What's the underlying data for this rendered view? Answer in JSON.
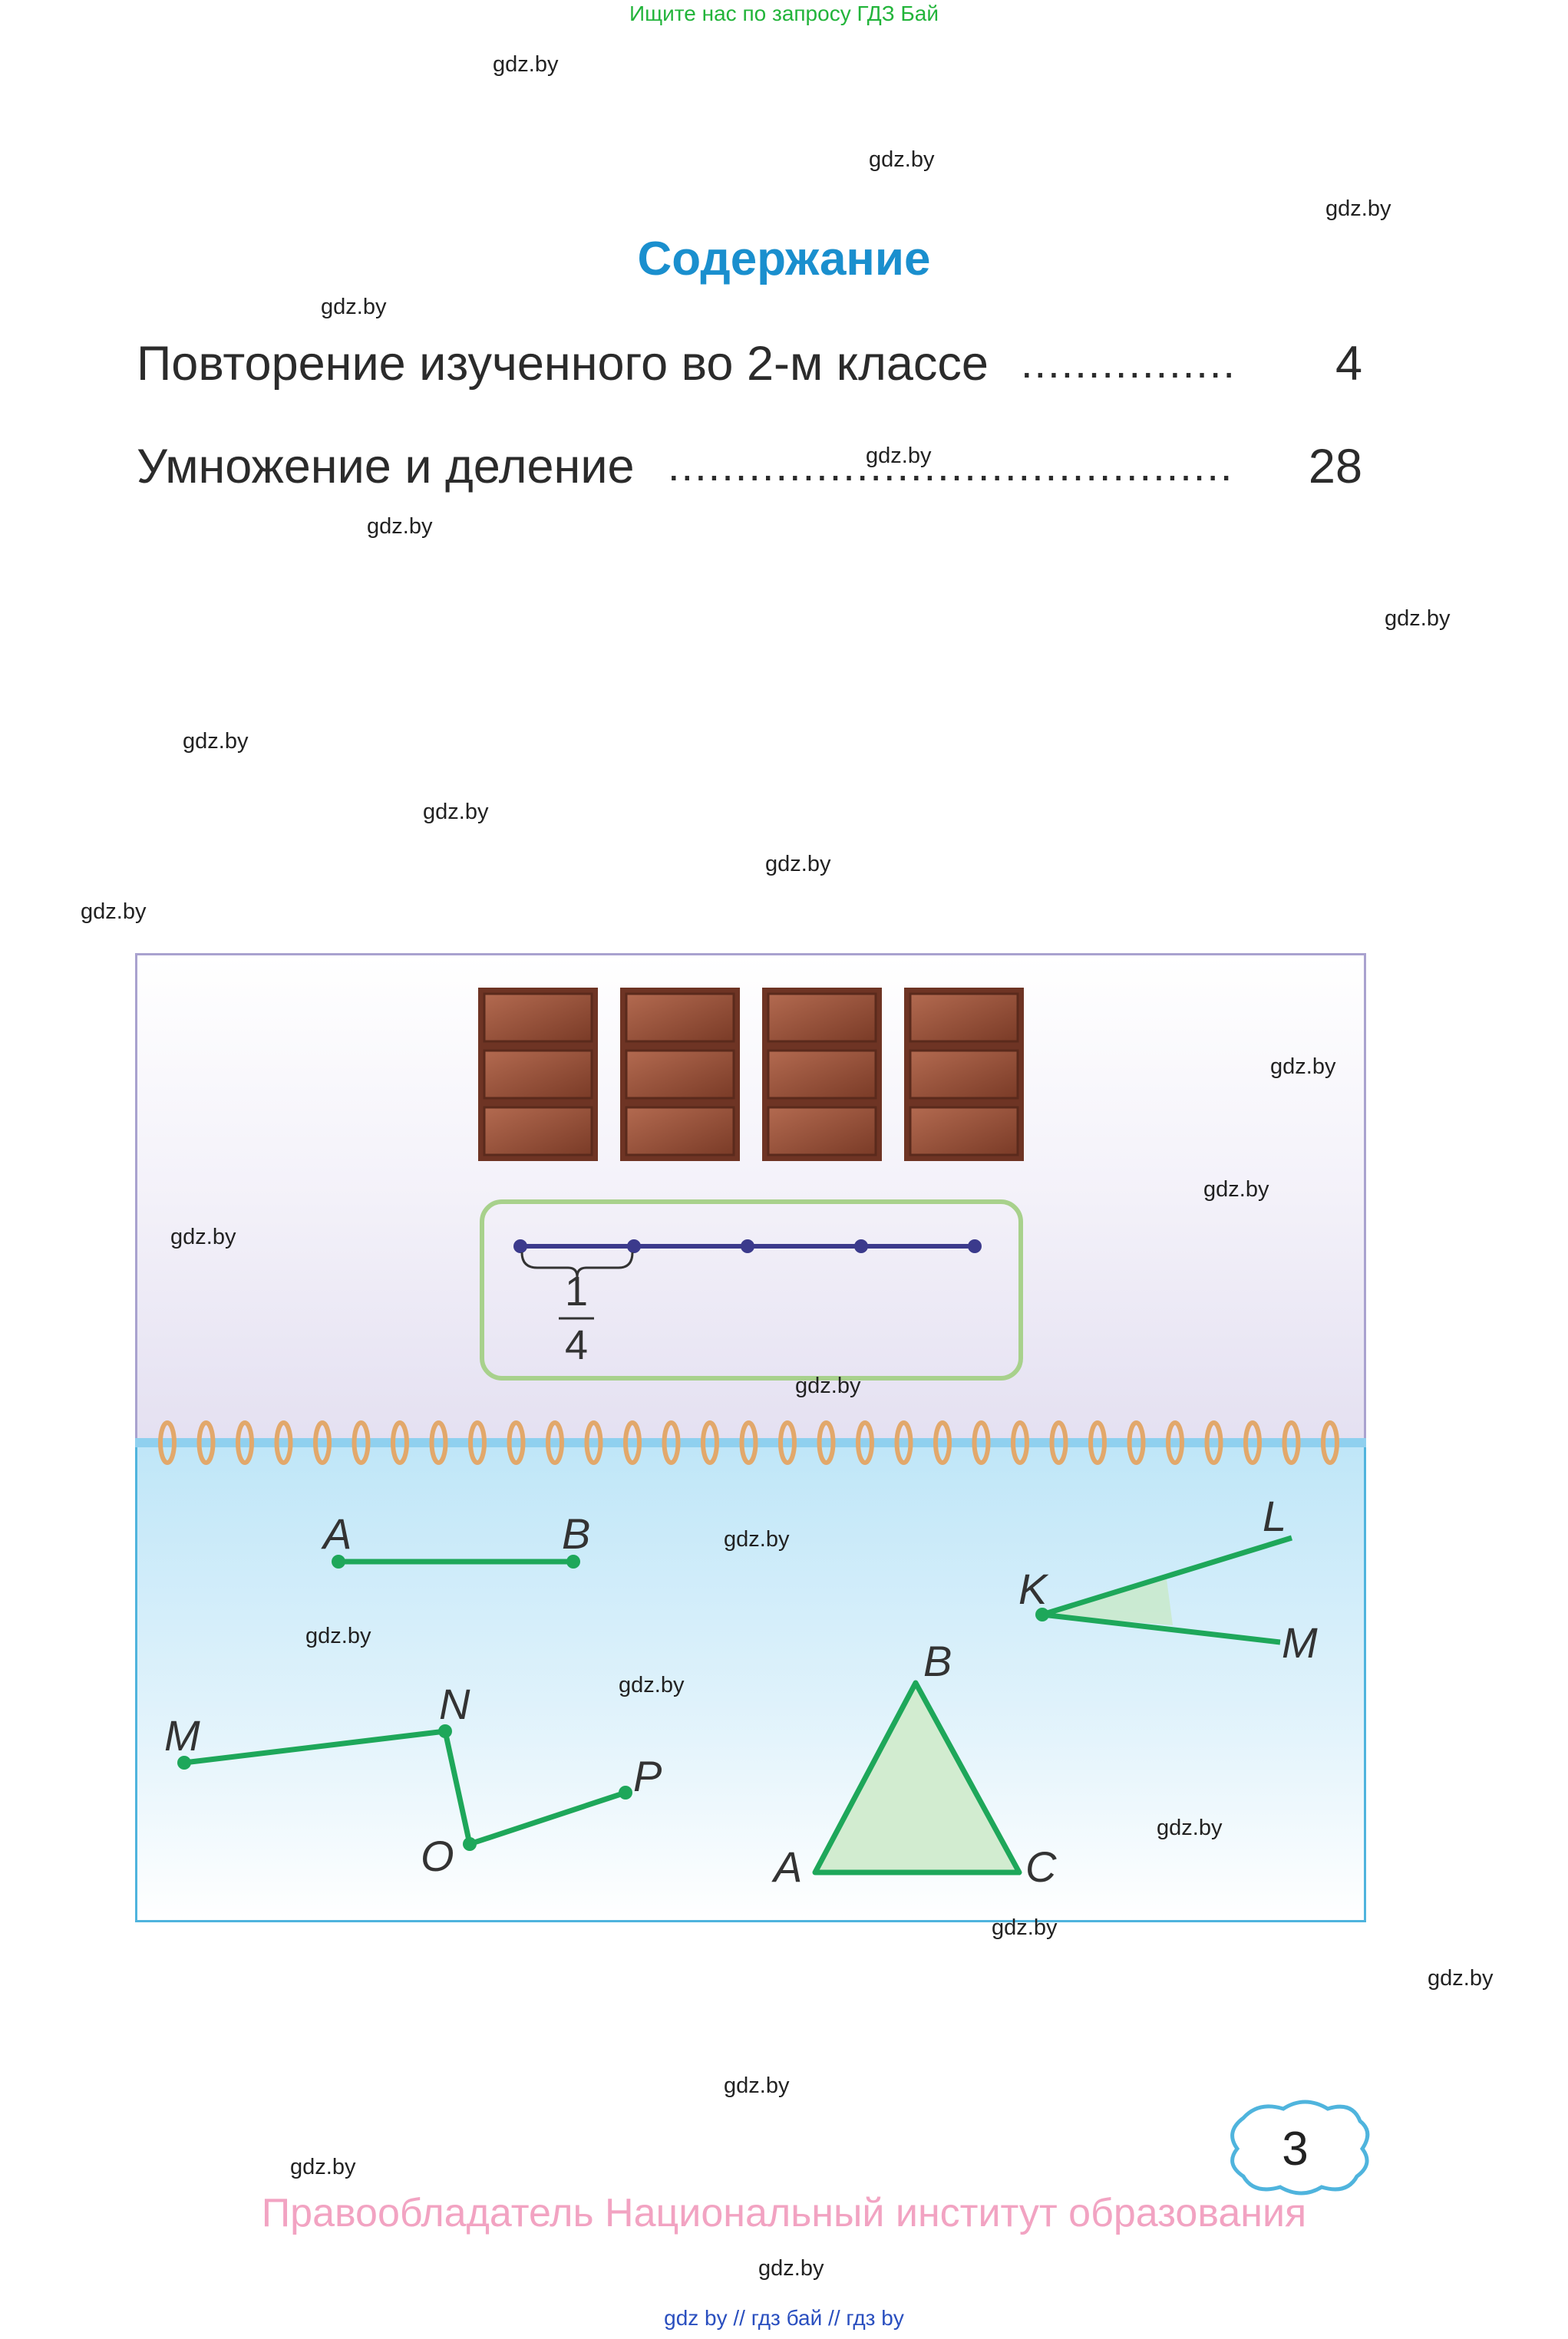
{
  "banner": "Ищите нас по запросу ГДЗ Бай",
  "title": "Содержание",
  "toc": [
    {
      "label": "Повторение изученного во 2-м классе",
      "dots": "................",
      "page": "4"
    },
    {
      "label": "Умножение и деление",
      "dots": "..........................................",
      "page": "28"
    }
  ],
  "watermark": "gdz.by",
  "fraction": {
    "numerator": "1",
    "denominator": "4"
  },
  "geometry": {
    "segment": [
      "A",
      "B"
    ],
    "angle": [
      "K",
      "L",
      "M"
    ],
    "polyline": [
      "M",
      "N",
      "O",
      "P"
    ],
    "triangle": [
      "A",
      "B",
      "C"
    ]
  },
  "page_number": "3",
  "copyright": "Правообладатель Национальный институт образования",
  "footer": "gdz by  //  гдз бай  //  гдз by",
  "colors": {
    "title": "#1a8fce",
    "banner": "#22b43a",
    "geometry": "#1ea75a",
    "copyright": "#f2a3c2",
    "chocolate": "#8b4a33"
  }
}
